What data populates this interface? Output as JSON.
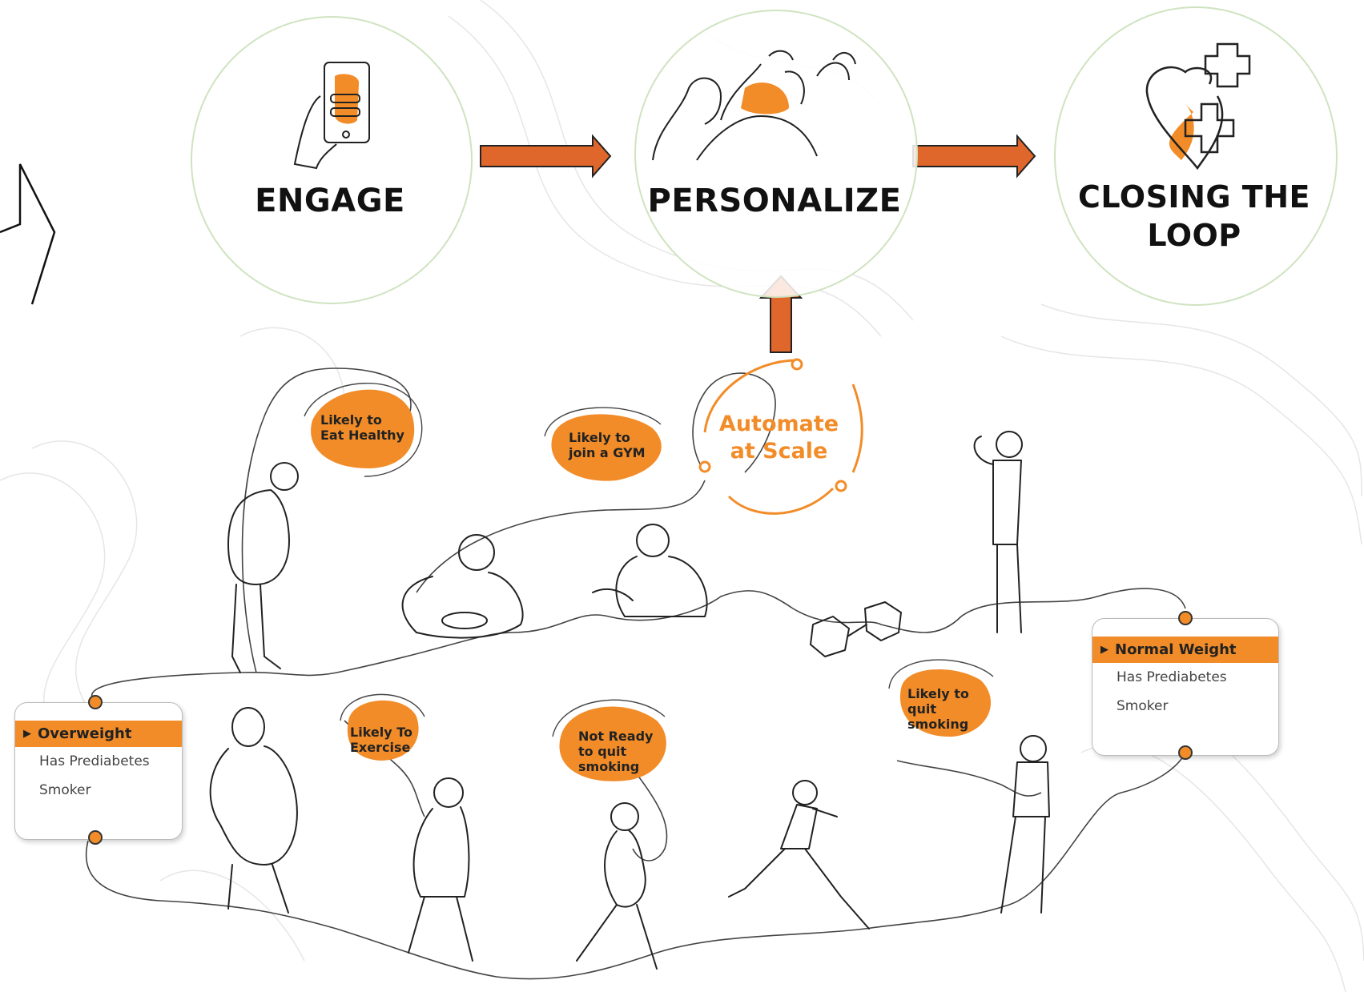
{
  "stages": [
    {
      "label": "ENGAGE"
    },
    {
      "label": "PERSONALIZE"
    },
    {
      "label_lines": [
        "CLOSING THE",
        "LOOP"
      ]
    }
  ],
  "automate": {
    "line1": "Automate",
    "line2": "at Scale"
  },
  "bubbles": {
    "eat_healthy": [
      "Likely to",
      "Eat Healthy"
    ],
    "join_gym": [
      "Likely to",
      "join a GYM"
    ],
    "exercise": [
      "Likely To",
      "Exercise"
    ],
    "not_ready": [
      "Not Ready",
      "to quit",
      "smoking"
    ],
    "quit_smoking": [
      "Likely to",
      "quit",
      "smoking"
    ]
  },
  "cards": {
    "left": {
      "header": "Overweight",
      "items": [
        "Has Prediabetes",
        "Smoker"
      ]
    },
    "right": {
      "header": "Normal Weight",
      "items": [
        "Has Prediabetes",
        "Smoker"
      ]
    }
  },
  "colors": {
    "accent": "#f28c28",
    "arrow_fill": "#e0672b",
    "circle_border": "#cfe3c0",
    "line": "#444444"
  },
  "icons": [
    "phone-hand-icon",
    "crowd-icon",
    "heart-plus-icon",
    "dumbbell-icon",
    "cycle-arrows-icon"
  ]
}
